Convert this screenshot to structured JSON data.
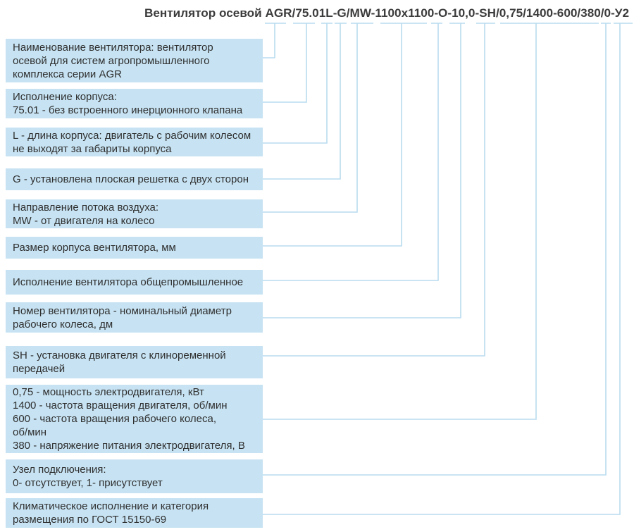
{
  "title": "Вентилятор осевой AGR/75.01L-G/MW-1100x1100-О-10,0-SH/0,75/1400-600/380/0-У2",
  "colors": {
    "box_fill": "#c7e3f3",
    "line": "#b9dcef",
    "title_text": "#3c3c3c",
    "box_text": "#2f2f2f"
  },
  "boxes": [
    {
      "token": "AGR",
      "text": "Наименование вентилятора: вентилятор\nосевой для систем агропромышленного\nкомплекса серии AGR"
    },
    {
      "token": "75.01",
      "text": "Исполнение корпуса:\n75.01 - без встроенного инерционного клапана"
    },
    {
      "token": "L",
      "text": "L - длина корпуса: двигатель с рабочим колесом\nне выходят за габариты корпуса"
    },
    {
      "token": "G",
      "text": "G - установлена плоская решетка с двух сторон"
    },
    {
      "token": "MW",
      "text": "Направление потока воздуха:\nMW - от двигателя на колесо"
    },
    {
      "token": "1100x1100",
      "text": "Размер корпуса вентилятора, мм"
    },
    {
      "token": "О",
      "text": "Исполнение вентилятора общепромышленное"
    },
    {
      "token": "10,0",
      "text": "Номер вентилятора - номинальный диаметр\nрабочего колеса, дм"
    },
    {
      "token": "SH",
      "text": "SH - установка двигателя с клиноременной\nпередачей"
    },
    {
      "token": "0,75/1400-600/380",
      "text": "0,75 - мощность электродвигателя, кВт\n1400 - частота вращения двигателя, об/мин\n600 - частота вращения рабочего колеса,\nоб/мин\n380 - напряжение питания электродвигателя, В"
    },
    {
      "token": "0",
      "text": "Узел подключения:\n0- отсутствует, 1- присутствует"
    },
    {
      "token": "У2",
      "text": "Климатическое исполнение и категория\nразмещения по ГОСТ 15150-69"
    }
  ]
}
